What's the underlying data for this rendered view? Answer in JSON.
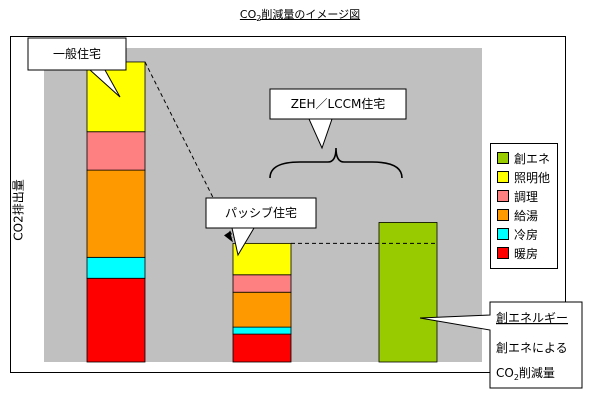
{
  "chart_data": {
    "type": "bar",
    "title_main": "CO",
    "title_sub": "2",
    "title_rest": "削減量のイメージ図",
    "ylabel": "CO2排出量",
    "categories": [
      "一般住宅",
      "パッシブ住宅",
      "ZEH／LCCM住宅"
    ],
    "series": [
      {
        "name": "暖房",
        "color": "#ff0000",
        "values": [
          24,
          8,
          0
        ]
      },
      {
        "name": "冷房",
        "color": "#00ffff",
        "values": [
          6,
          2,
          0
        ]
      },
      {
        "name": "給湯",
        "color": "#ff9900",
        "values": [
          25,
          10,
          0
        ]
      },
      {
        "name": "調理",
        "color": "#ff8080",
        "values": [
          11,
          5,
          0
        ]
      },
      {
        "name": "照明他",
        "color": "#ffff00",
        "values": [
          20,
          9,
          0
        ]
      },
      {
        "name": "創エネ",
        "color": "#99cc00",
        "values": [
          0,
          0,
          40
        ]
      }
    ],
    "legend_order": [
      "創エネ",
      "照明他",
      "調理",
      "給湯",
      "冷房",
      "暖房"
    ],
    "ylim": [
      0,
      90
    ],
    "grid": false,
    "legend_position": "right",
    "annotations": {
      "general": "一般住宅",
      "passive": "パッシブ住宅",
      "zeh": "ZEH／LCCM住宅",
      "note_title": "創エネルギー",
      "note_line2": "創エネによる",
      "note_line3_main": "CO",
      "note_line3_sub": "2",
      "note_line3_rest": "削減量"
    }
  }
}
